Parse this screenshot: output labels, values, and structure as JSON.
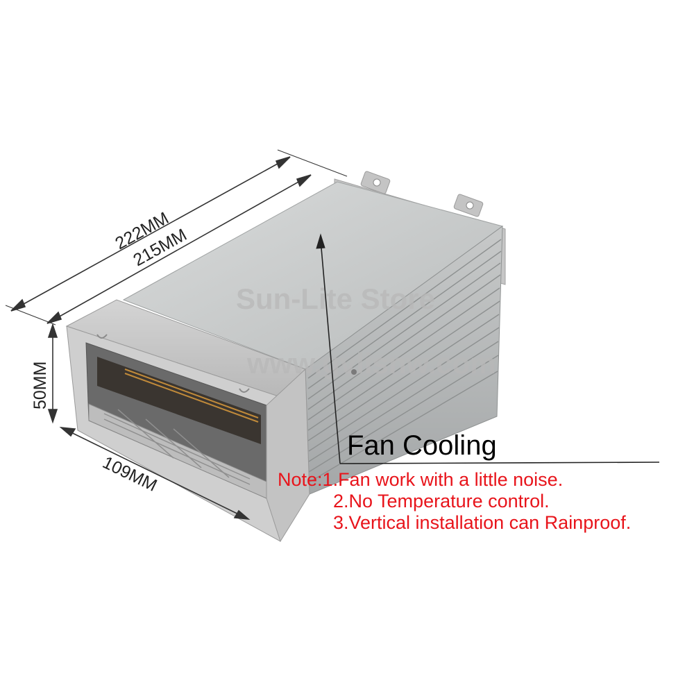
{
  "dimensions": {
    "outer_length": "222MM",
    "inner_length": "215MM",
    "height": "50MM",
    "width": "109MM"
  },
  "watermarks": {
    "store": "Sun-Lite Store",
    "url": "www.gvlisnw.com"
  },
  "callout": {
    "title": "Fan Cooling"
  },
  "notes": {
    "prefix": "Note:",
    "items": [
      "1.Fan work with a little noise.",
      "2.No Temperature control.",
      "3.Vertical installation can Rainproof."
    ]
  },
  "colors": {
    "note_text": "#e8141b",
    "callout_text": "#000000",
    "housing_gray": "#c8caca",
    "end_cap_gray": "#c9c9c9"
  }
}
